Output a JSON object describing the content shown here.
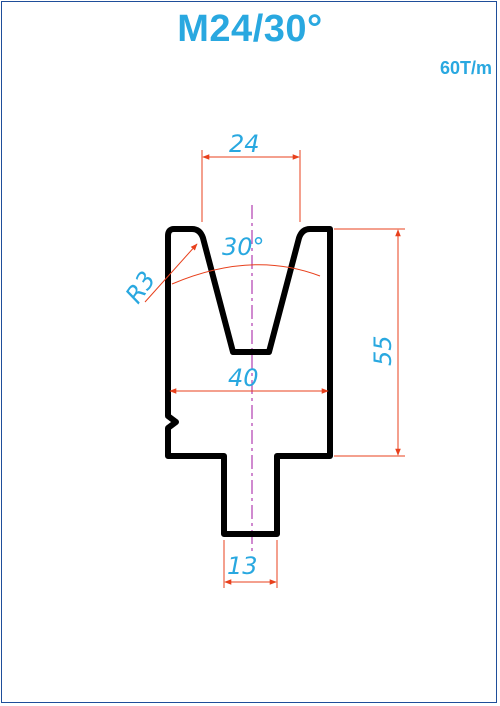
{
  "title": "M24/30°",
  "capacity": "60T/m",
  "dimensions": {
    "v_opening": "24",
    "v_angle": "30°",
    "radius": "R3",
    "height": "55",
    "width": "40",
    "tang_width": "13"
  },
  "colors": {
    "title": "#29a8e0",
    "dimension_text": "#29a8e0",
    "dimension_lines": "#e8401c",
    "profile": "#000000",
    "center_line": "#b03cb0",
    "border": "#1f4e9a"
  }
}
